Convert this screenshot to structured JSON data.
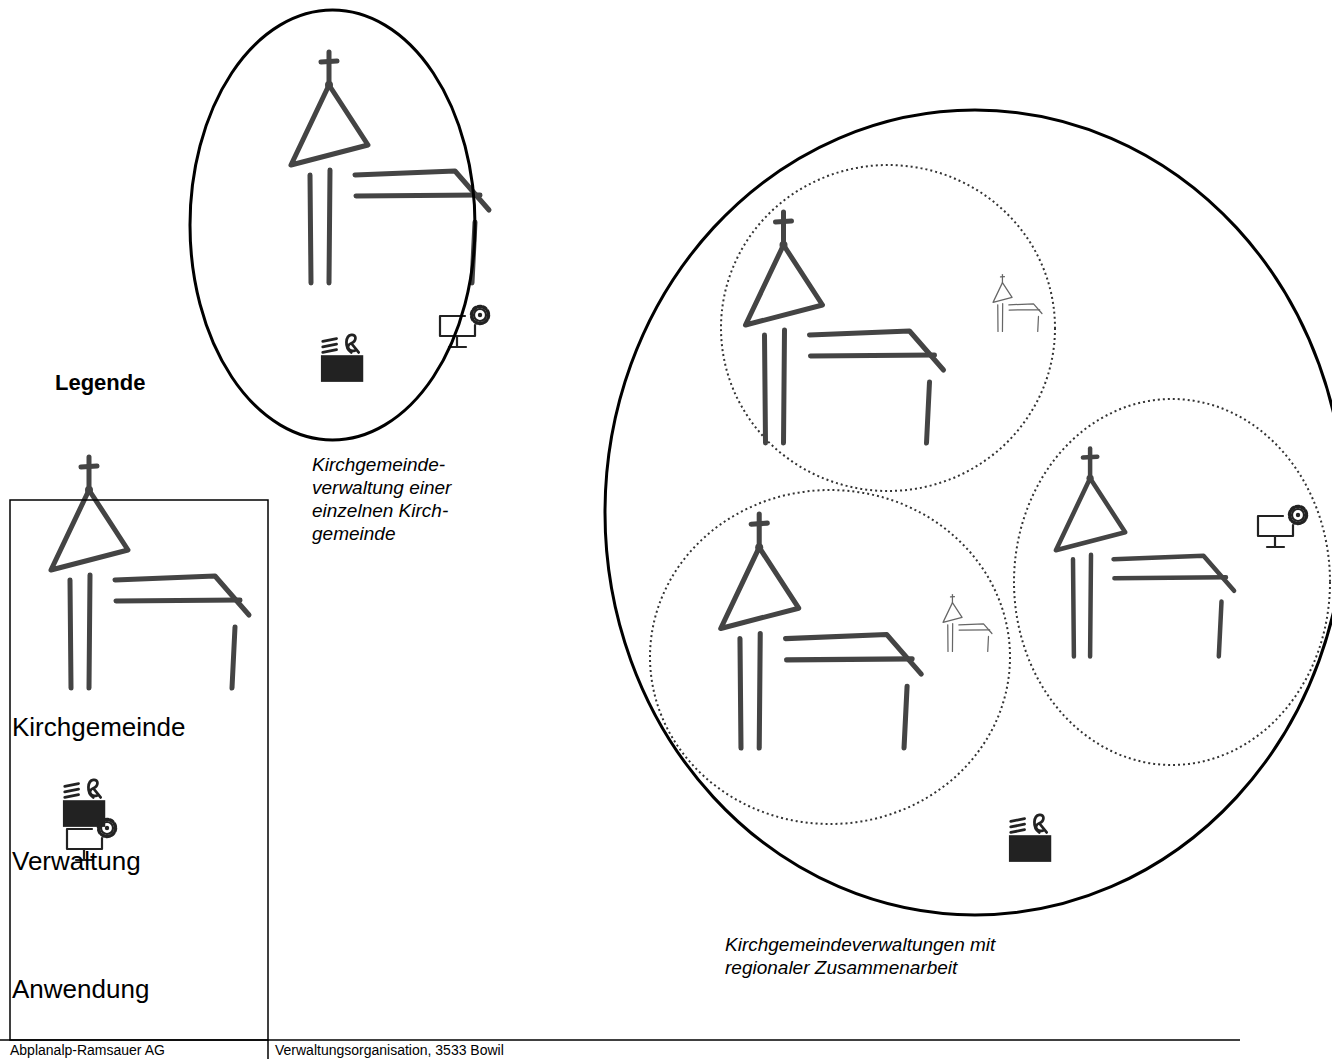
{
  "diagram": {
    "nodes": [
      {
        "text": [
          "Kirchgemeinde- verwaltung einer einzelnen Kirch- gemeinde"
        ]
      },
      {
        "text": [
          "Kirchgemeindeverwaltungen mit regionaler Zusammenarbeit"
        ]
      }
    ],
    "labels": [
      "Legende",
      "Abplanalp-Ramsauer AG",
      "Verwaltungsorganisation, 3533 Bowil"
    ],
    "legend": [
      {
        "text": "Kirchgemeinde"
      },
      {
        "text": "Verwaltung"
      },
      {
        "text": "Anwendung"
      }
    ]
  }
}
